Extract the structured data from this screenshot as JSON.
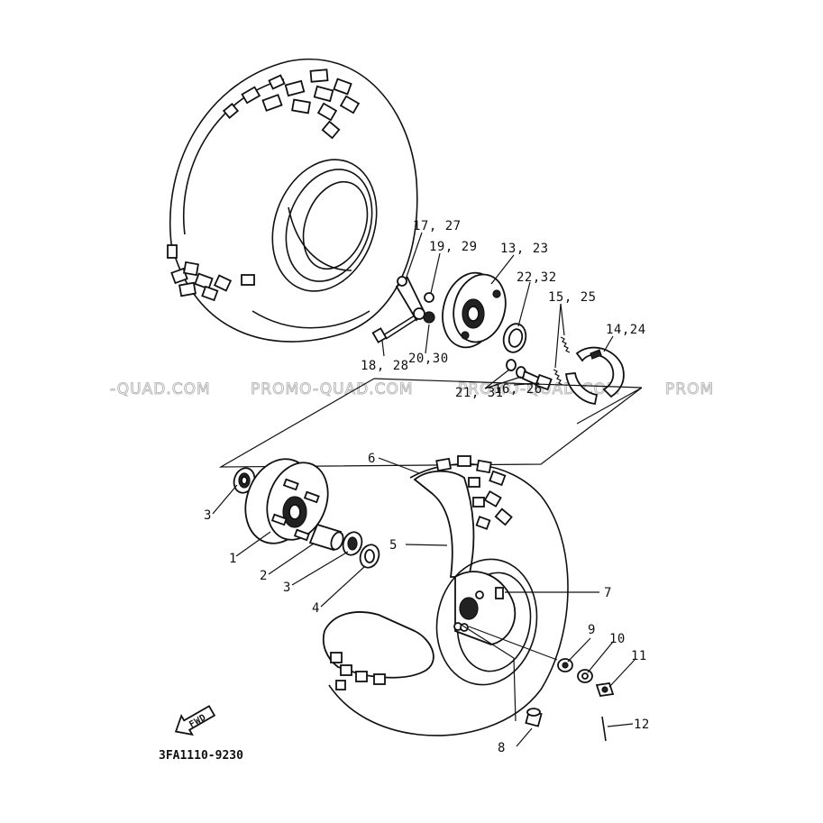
{
  "watermark": {
    "left": "-QUAD.COM",
    "middle": "PROMO-QUAD.COM",
    "right_center": "PROMO-QUAD.COM",
    "right": "PROM"
  },
  "drawing_code": "3FA1110-9230",
  "fwd_label": "FWD",
  "callouts": {
    "c1": "1",
    "c2": "2",
    "c3a": "3",
    "c3b": "3",
    "c4": "4",
    "c5": "5",
    "c6": "6",
    "c7": "7",
    "c8": "8",
    "c9": "9",
    "c10": "10",
    "c11": "11",
    "c12": "12",
    "c13_23": "13, 23",
    "c14_24": "14,24",
    "c15_25": "15, 25",
    "c16_26": "16, 26",
    "c17_27": "17, 27",
    "c18_28": "18, 28",
    "c19_29": "19, 29",
    "c20_30": "20,30",
    "c21_31": "21, 31",
    "c22_32": "22,32"
  }
}
